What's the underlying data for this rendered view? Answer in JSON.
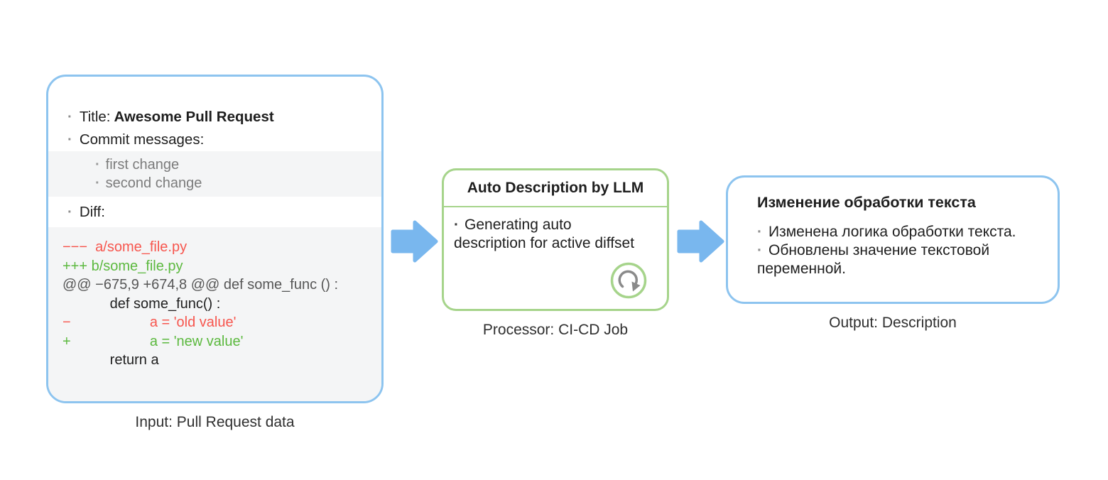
{
  "colors": {
    "box_border_blue": "#8dc4ef",
    "box_border_green": "#a6d48b",
    "arrow_blue": "#79b7ee",
    "diff_removed_red": "#f7564e",
    "diff_added_green": "#5cb93f",
    "hunk_gray": "#565656",
    "muted_gray": "#7b7b7b",
    "stripe_gray": "#f4f5f6",
    "text_black": "#1e1e1e",
    "caption_gray": "#2f2f2f"
  },
  "input_node": {
    "title_label": "Title:",
    "title_value": "Awesome Pull Request",
    "commits_label": "Commit messages:",
    "commits": [
      "first change",
      "second change"
    ],
    "diff_label": "Diff:",
    "diff_lines": [
      {
        "type": "removed",
        "text": "−−−  a/some_file.py"
      },
      {
        "type": "added",
        "text": "+++ b/some_file.py"
      },
      {
        "type": "hunk",
        "text": "@@ −675,9 +674,8 @@ def some_func () :"
      },
      {
        "type": "context",
        "text": "            def some_func() :"
      },
      {
        "type": "removed",
        "text": "−                    a = 'old value'"
      },
      {
        "type": "added",
        "text": "+                    a = 'new value'"
      },
      {
        "type": "context",
        "text": "            return a"
      }
    ],
    "caption": "Input: Pull Request data"
  },
  "processor_node": {
    "header": "Auto Description by LLM",
    "body_lines": [
      {
        "style": "bullet",
        "text": "Generating auto"
      },
      {
        "style": "plain",
        "text": "description for active diffset"
      }
    ],
    "icon": "refresh-icon",
    "caption": "Processor: CI-CD Job"
  },
  "output_node": {
    "title": "Изменение обработки текста",
    "body_lines": [
      {
        "style": "bullet",
        "text": "Изменена логика обработки текста."
      },
      {
        "style": "bullet",
        "text": "Обновлены значение текстовой"
      },
      {
        "style": "plain",
        "text": "переменной."
      }
    ],
    "caption": "Output: Description"
  }
}
